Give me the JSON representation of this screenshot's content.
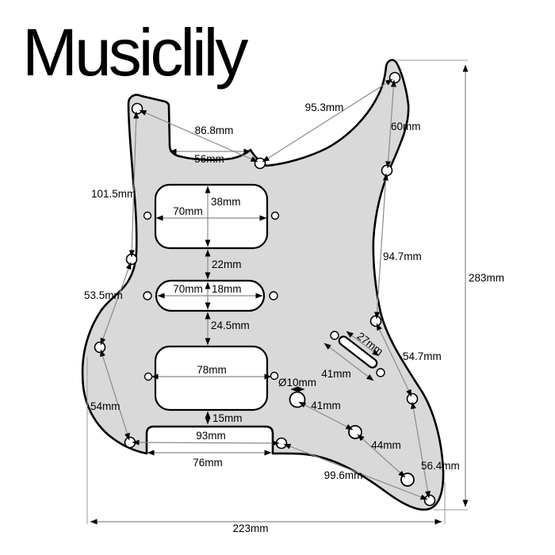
{
  "brand": "Musiclily",
  "colors": {
    "pickguard_fill": "#d9d9d9",
    "outline": "#000000",
    "dimension_lines": "#8a8a8a",
    "background": "#ffffff",
    "text": "#000000"
  },
  "measurements": {
    "horn_screw_diag": "95.3mm",
    "neck_screw_diag": "86.8mm",
    "neck_pocket_width": "56mm",
    "upper_right_screw_spacing": "60mm",
    "upper_left_screw_spacing": "101.5mm",
    "neck_pickup_height": "38mm",
    "neck_pickup_width": "70mm",
    "neck_middle_gap": "22mm",
    "right_screw_spacing_upper": "94.7mm",
    "overall_height": "283mm",
    "left_screw_spacing_middle": "53.5mm",
    "middle_pickup_width": "70mm",
    "middle_pickup_height": "18mm",
    "middle_bridge_gap": "24.5mm",
    "switch_slot_length": "27mm",
    "right_screw_spacing_middle": "54.7mm",
    "switch_screw_spacing": "41mm",
    "bridge_pickup_screw_span": "78mm",
    "pot_hole_diameter": "Ø10mm",
    "pot_spacing_first": "41mm",
    "left_screw_spacing_lower": "54mm",
    "bridge_tremolo_gap": "15mm",
    "tremolo_screw_spacing": "93mm",
    "pot_spacing_second": "44mm",
    "tremolo_slot_width": "76mm",
    "right_screw_spacing_lower": "56.4mm",
    "bottom_screw_diag": "99.6mm",
    "overall_width": "223mm"
  }
}
